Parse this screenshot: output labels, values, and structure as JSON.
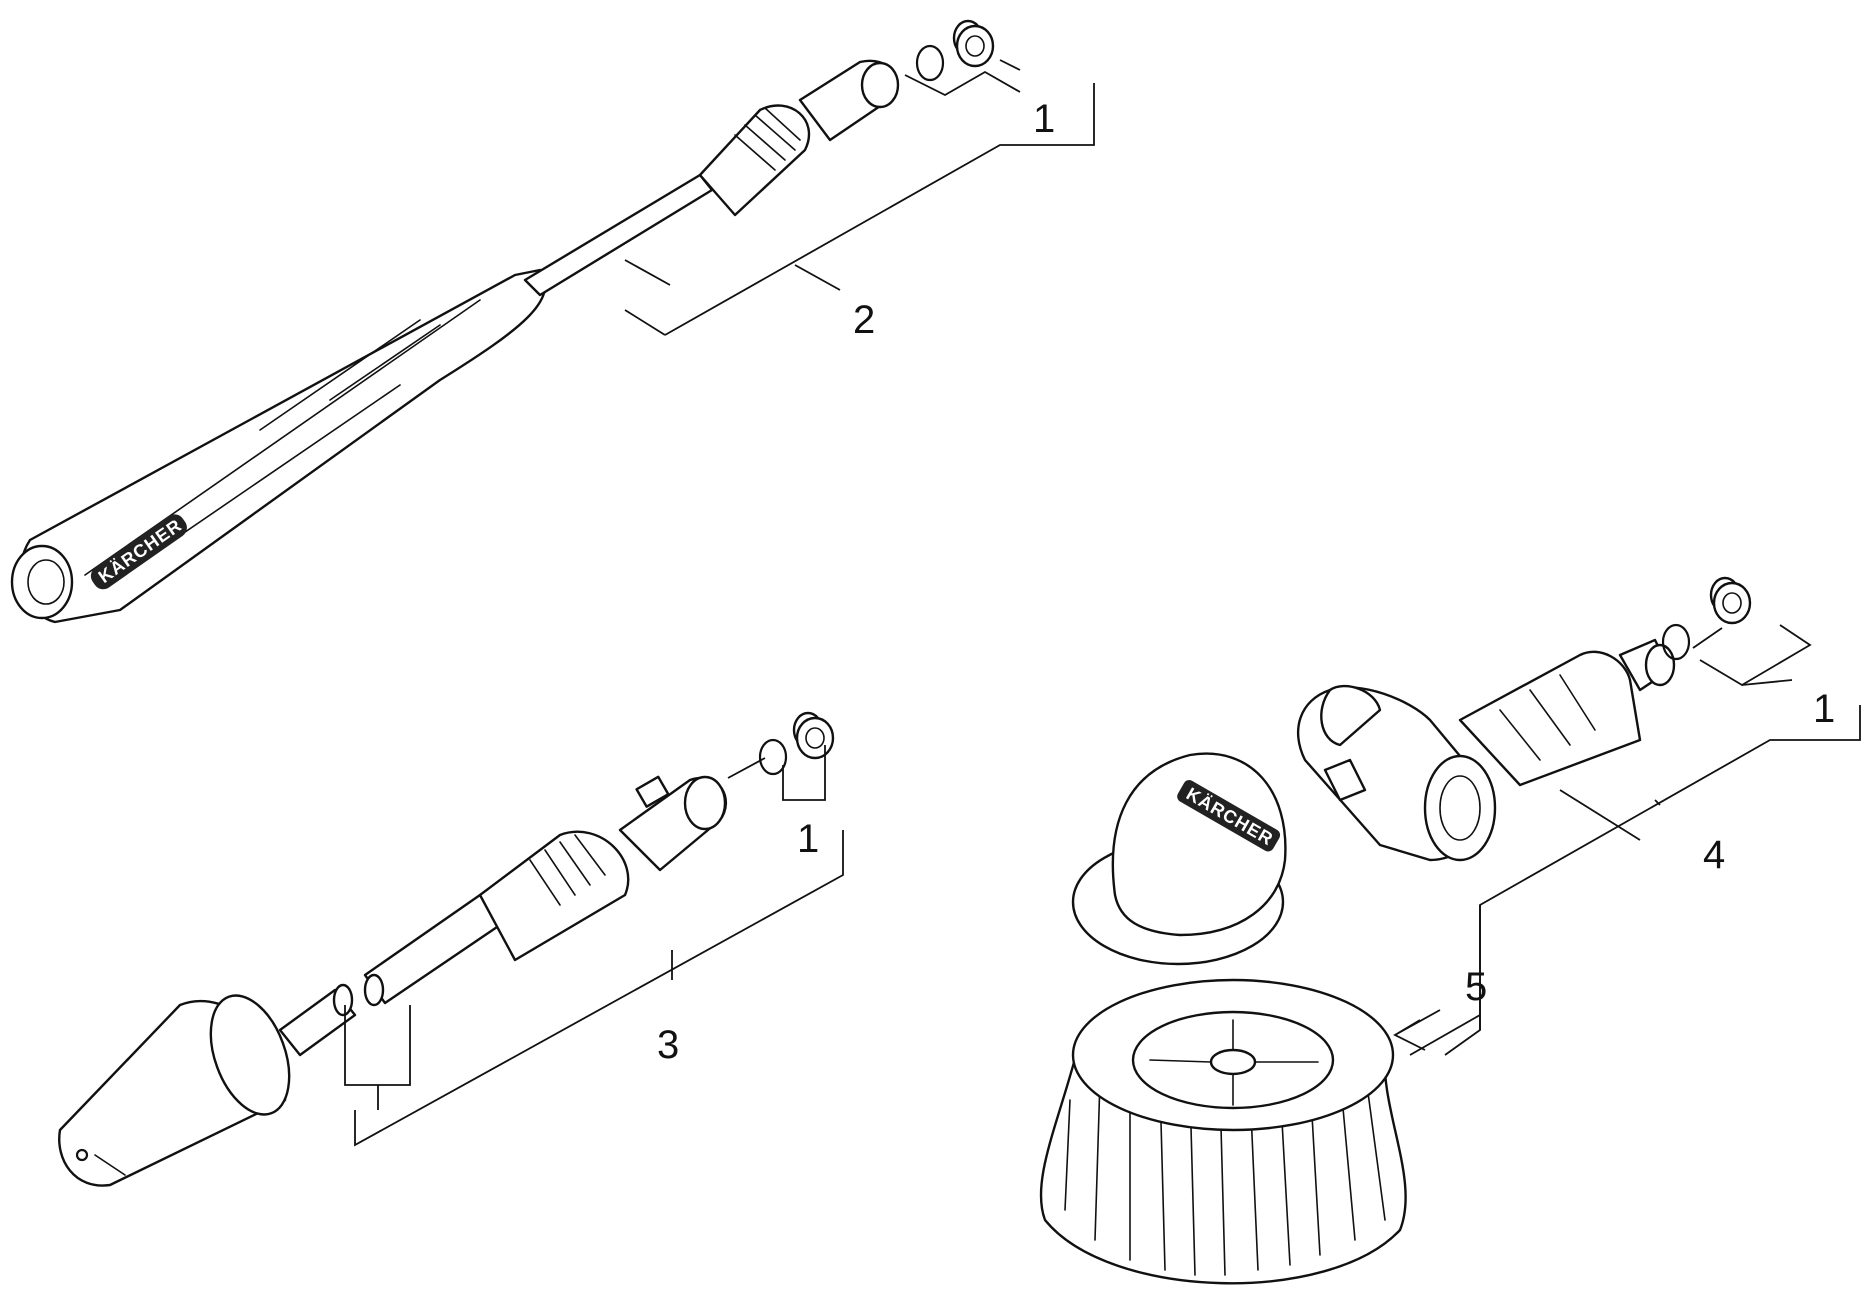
{
  "callouts": [
    {
      "id": "callout-1-top",
      "label": "1"
    },
    {
      "id": "callout-2",
      "label": "2"
    },
    {
      "id": "callout-1-left",
      "label": "1"
    },
    {
      "id": "callout-3",
      "label": "3"
    },
    {
      "id": "callout-1-right",
      "label": "1"
    },
    {
      "id": "callout-4",
      "label": "4"
    },
    {
      "id": "callout-5",
      "label": "5"
    }
  ],
  "brand": {
    "lance_logo": "KÄRCHER",
    "brush_logo": "KÄRCHER"
  }
}
